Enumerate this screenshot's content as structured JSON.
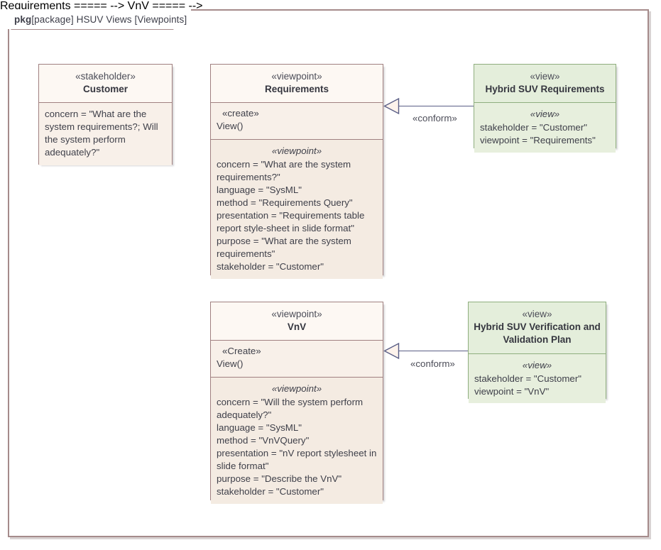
{
  "package": {
    "keyword": "pkg",
    "label": "[package] HSUV Views [Viewpoints]"
  },
  "blocks": {
    "customer": {
      "stereotype": "«stakeholder»",
      "name": "Customer",
      "properties": [
        "concern = \"What are the system requirements?; Will the system perform adequately?\""
      ]
    },
    "requirements_viewpoint": {
      "stereotype": "«viewpoint»",
      "name": "Requirements",
      "operation_stereotype": "«create»",
      "operation": "View()",
      "compartment_stereotype": "«viewpoint»",
      "properties": [
        "concern = \"What are the system requirements?\"",
        "language = \"SysML\"",
        "method = \"Requirements Query\"",
        "presentation = \"Requirements table report style-sheet in slide format\"",
        "purpose = \"What are the system requirements\"",
        "stakeholder = \"Customer\""
      ]
    },
    "vnv_viewpoint": {
      "stereotype": "«viewpoint»",
      "name": "VnV",
      "operation_stereotype": "«Create»",
      "operation": "View()",
      "compartment_stereotype": "«viewpoint»",
      "properties": [
        "concern = \"Will the system perform adequately?\"",
        "language = \"SysML\"",
        "method = \"VnVQuery\"",
        "presentation = \"nV report stylesheet in slide format\"",
        "purpose = \"Describe the VnV\"",
        "stakeholder = \"Customer\""
      ]
    },
    "hybrid_suv_requirements_view": {
      "stereotype": "«view»",
      "name": "Hybrid SUV Requirements",
      "compartment_stereotype": "«view»",
      "properties": [
        "stakeholder = \"Customer\"",
        "viewpoint = \"Requirements\""
      ]
    },
    "hybrid_suv_vnv_view": {
      "stereotype": "«view»",
      "name": "Hybrid SUV Verification and Validation Plan",
      "compartment_stereotype": "«view»",
      "properties": [
        "stakeholder = \"Customer\"",
        "viewpoint = \"VnV\""
      ]
    }
  },
  "connectors": {
    "conform_requirements": {
      "label": "«conform»"
    },
    "conform_vnv": {
      "label": "«conform»"
    }
  },
  "colors": {
    "tan_fill": "#fdf8f3",
    "tan_compartment": "#f4ebe2",
    "tan_border": "#a08080",
    "green_fill": "#e4eedb",
    "green_compartment": "#e7efdd",
    "green_border": "#8fae7e",
    "frame_border": "#a58b8b",
    "connector": "#5a5e86"
  }
}
